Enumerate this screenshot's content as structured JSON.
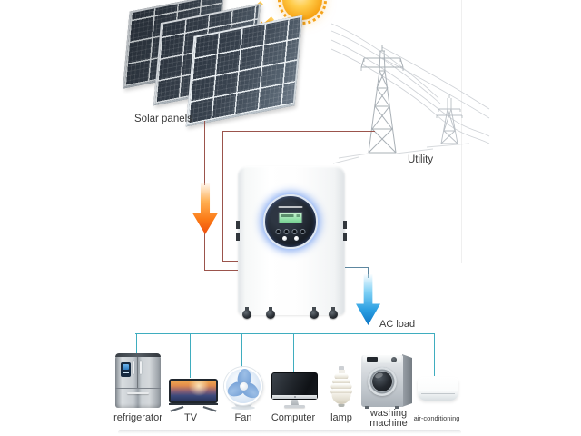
{
  "scene": {
    "labels": {
      "solar_panels": "Solar panels",
      "utility": "Utility",
      "ac_load": "AC load"
    },
    "appliances": [
      {
        "id": "refrigerator",
        "label": "refrigerator"
      },
      {
        "id": "tv",
        "label": "TV"
      },
      {
        "id": "fan",
        "label": "Fan"
      },
      {
        "id": "computer",
        "label": "Computer"
      },
      {
        "id": "lamp",
        "label": "lamp"
      },
      {
        "id": "washing-machine",
        "label": "washing machine"
      },
      {
        "id": "air-conditioning",
        "label": "air-conditioning"
      }
    ],
    "icons": {
      "sun": "sun-icon",
      "solar_panels": "solar-panels-icon",
      "utility_towers": "utility-towers-icon",
      "inverter": "hybrid-inverter-icon"
    },
    "colors": {
      "background": "#ffffff",
      "dc_wire": "#9b544c",
      "solar_arrow": "#f1500f",
      "sunlight_arrow": "#f59d2a",
      "ac_arrow": "#0e7ecf",
      "load_bus": "#3fadbf",
      "sun": "#f59b00",
      "inverter_glow": "#7da5f2",
      "lcd": "#8fdfa6",
      "label_text": "#3b3b3b",
      "panel_cell": "#39434f"
    }
  }
}
